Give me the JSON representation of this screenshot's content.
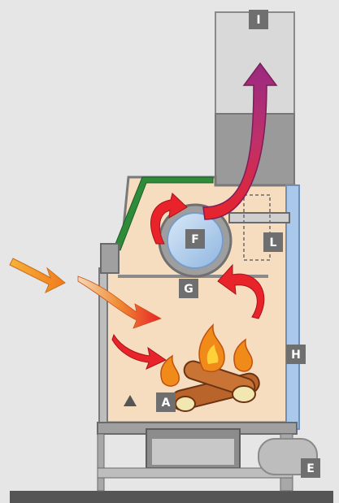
{
  "labels": {
    "A": "A",
    "E": "E",
    "F": "F",
    "G": "G",
    "H": "H",
    "I": "I",
    "L": "L"
  },
  "colors": {
    "background": "#e6e6e6",
    "firebox": "#f6ddc0",
    "flue_glass": "#dcdcdc",
    "smoke": "#9a9a9a",
    "steel": "#a8a8a8",
    "green_top": "#2e8b3a",
    "glass_blue": "#a9c8ea",
    "fan": "#b9d8f4",
    "warm_arrow": "#e8232a",
    "cold_arrow": "#f2a030",
    "exhaust_arrow": "#b0257a",
    "label_box": "#6f6f6f",
    "wood": "#b8642a",
    "flame": "#f08a18"
  }
}
